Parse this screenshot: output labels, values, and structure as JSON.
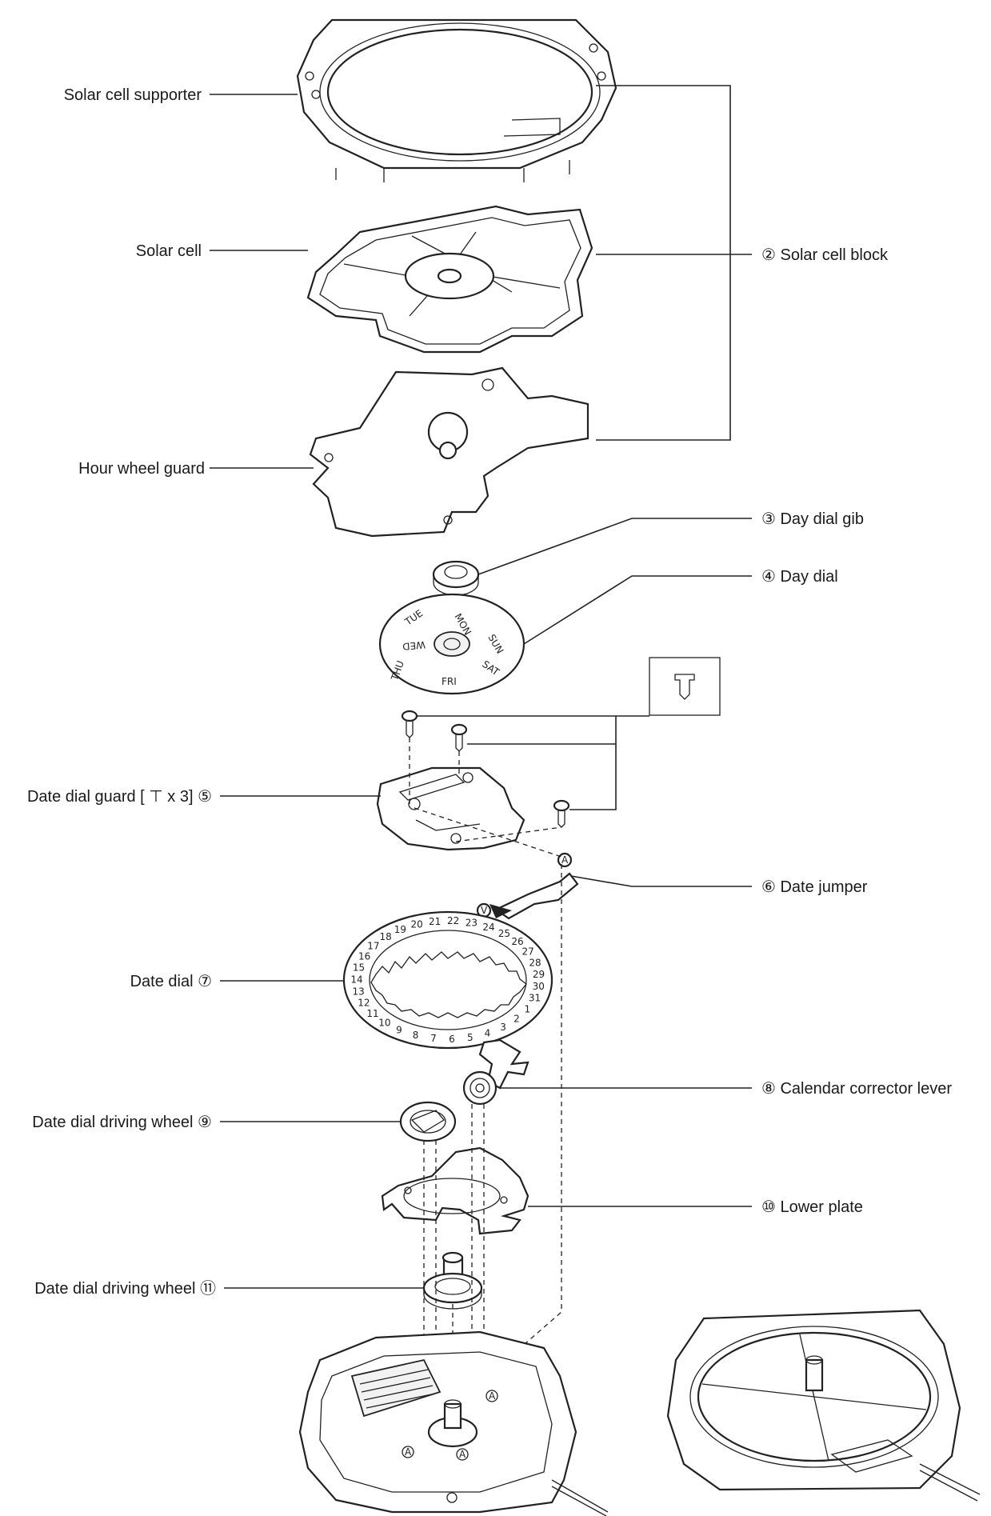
{
  "labels": {
    "solar_cell_supporter": "Solar cell supporter",
    "solar_cell": "Solar cell",
    "hour_wheel_guard": "Hour wheel guard",
    "solar_cell_block": "② Solar cell block",
    "day_dial_gib": "③ Day dial gib",
    "day_dial": "④ Day dial",
    "date_dial_guard": "Date dial guard [ ⊤ x 3] ⑤",
    "date_jumper": "⑥ Date jumper",
    "date_dial": "Date dial ⑦",
    "calendar_corrector_lever": "⑧ Calendar corrector lever",
    "date_dial_driving_wheel_9": "Date dial driving wheel ⑨",
    "lower_plate": "⑩ Lower plate",
    "date_dial_driving_wheel_11": "Date dial driving wheel ⑪"
  },
  "markers": {
    "a": "A",
    "v": "V"
  },
  "day_dial_text": {
    "mon": "MON",
    "tue": "TUE",
    "wed": "WED",
    "thu": "THU",
    "fri": "FRI",
    "sat": "SAT",
    "sun": "SUN"
  },
  "date_dial_numbers": [
    "19",
    "20",
    "21",
    "22",
    "23",
    "24",
    "25",
    "26",
    "27",
    "28",
    "29",
    "30",
    "31",
    "1",
    "2",
    "3",
    "4",
    "5",
    "6",
    "7",
    "8",
    "9",
    "10",
    "11",
    "12",
    "13",
    "14",
    "15",
    "16",
    "17",
    "18"
  ]
}
